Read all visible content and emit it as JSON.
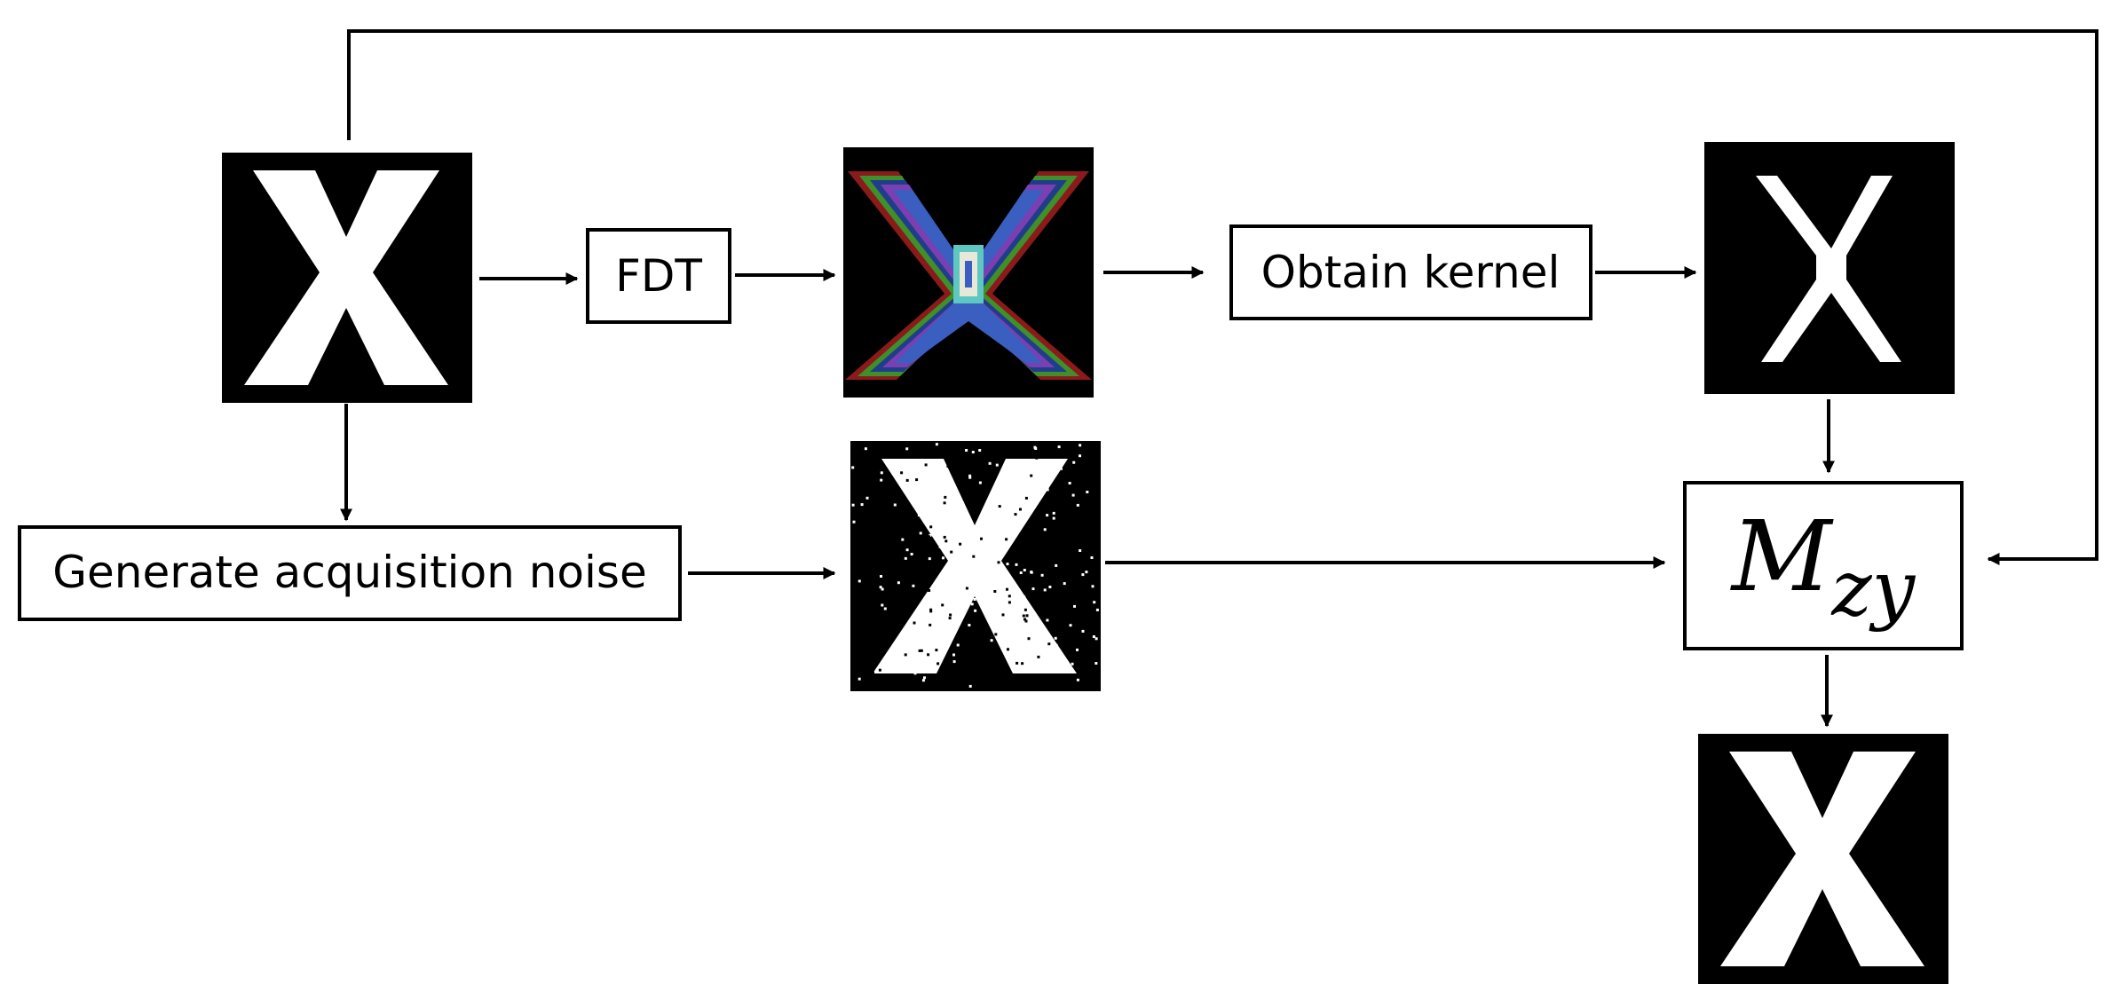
{
  "boxes": {
    "fdt": "FDT",
    "obtain_kernel": "Obtain kernel",
    "generate_noise": "Generate acquisition noise",
    "mzy": {
      "base": "M",
      "subscript": "zy"
    }
  },
  "images": {
    "input": "X",
    "fdt_output": "X",
    "kernel": "X",
    "noisy": "X",
    "result": "X"
  },
  "colors": {
    "line": "#000000",
    "image_bg": "#000000",
    "glyph": "#ffffff",
    "fdt_bands": [
      "#8b1a1a",
      "#3f8f2a",
      "#1f3d8a",
      "#7a3fb0",
      "#3a5fc0",
      "#5ec7c2"
    ]
  }
}
